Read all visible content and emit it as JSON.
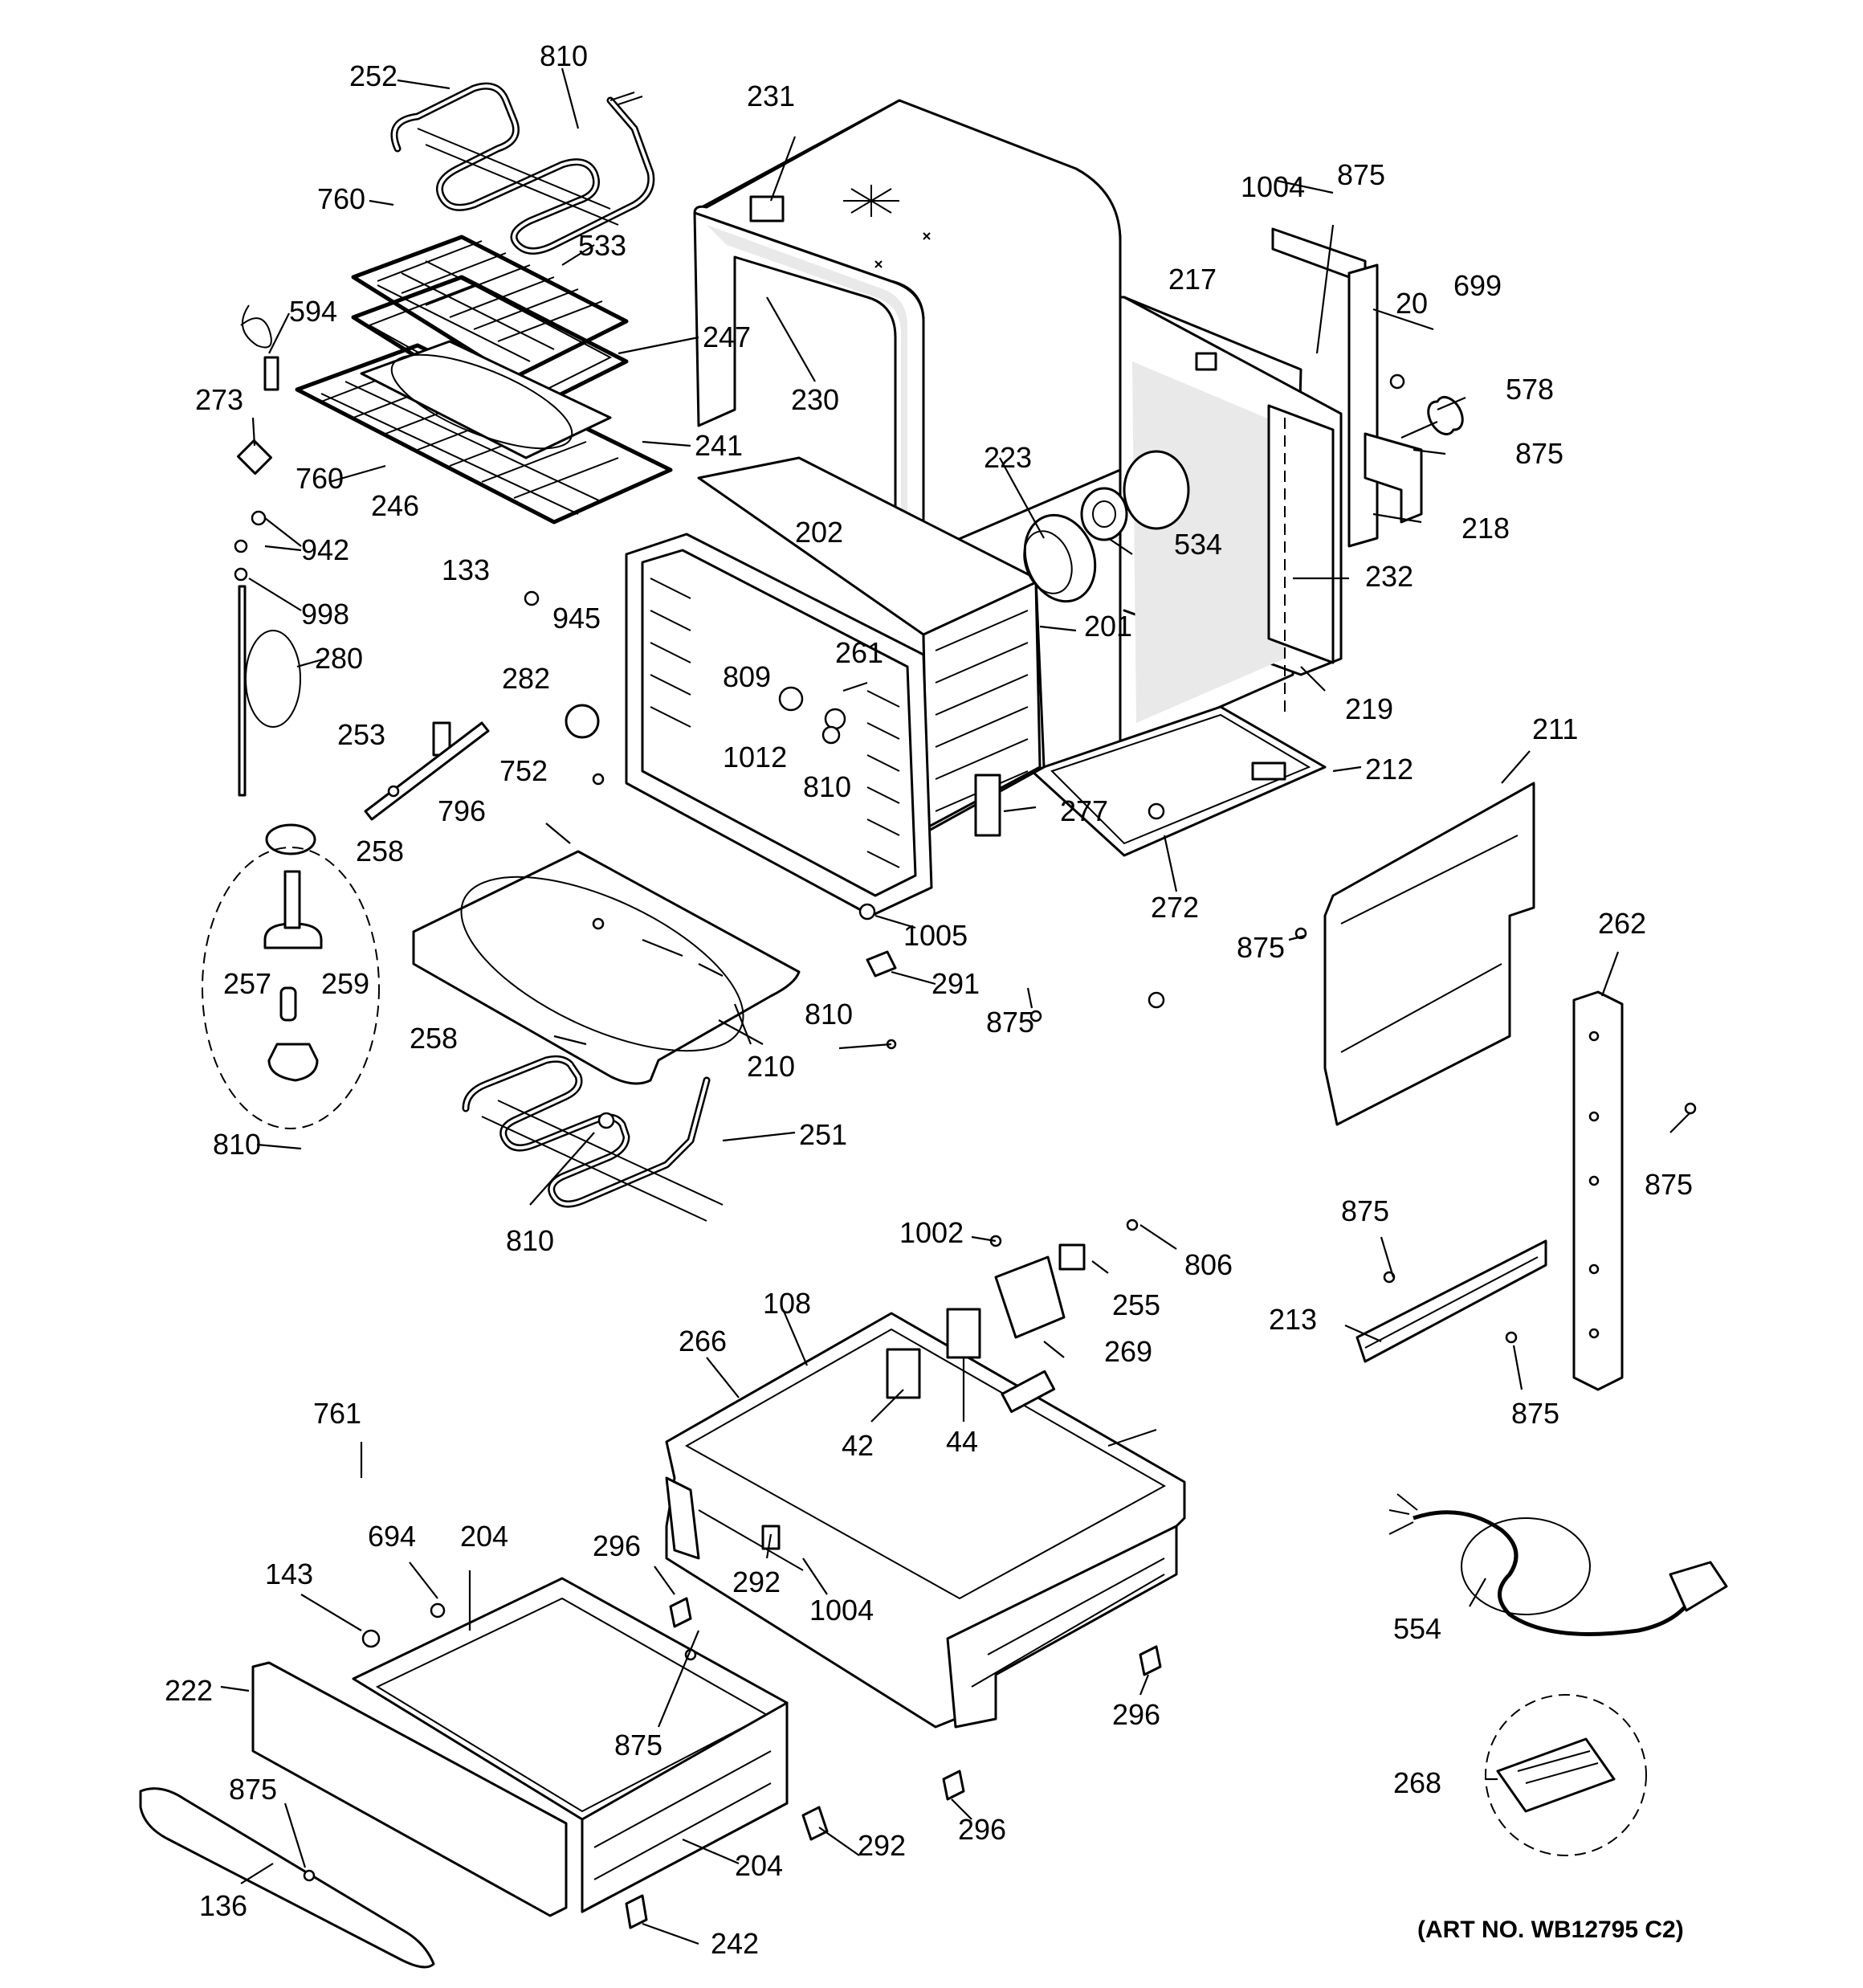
{
  "diagram": {
    "art_number": "(ART NO. WB12795 C2)",
    "callouts": {
      "c810_top": "810",
      "c252": "252",
      "c760_a": "760",
      "c533": "533",
      "c594": "594",
      "c247": "247",
      "c273": "273",
      "c230": "230",
      "c241": "241",
      "c246": "246",
      "c760_b": "760",
      "c942": "942",
      "c998": "998",
      "c280": "280",
      "c231": "231",
      "c1004_top": "1004",
      "c875_a": "875",
      "c217": "217",
      "c20": "20",
      "c699": "699",
      "c578": "578",
      "c875_b": "875",
      "c218": "218",
      "c223": "223",
      "c534": "534",
      "c232": "232",
      "c133": "133",
      "c202": "202",
      "c945": "945",
      "c201": "201",
      "c219": "219",
      "c282": "282",
      "c809": "809",
      "c261": "261",
      "c253": "253",
      "c1012": "1012",
      "c810_mid": "810",
      "c752": "752",
      "c796": "796",
      "c212": "212",
      "c211": "211",
      "c277": "277",
      "c258_a": "258",
      "c272": "272",
      "c875_c": "875",
      "c262": "262",
      "c1005": "1005",
      "c257": "257",
      "c259": "259",
      "c258_b": "258",
      "c291": "291",
      "c810_c": "810",
      "c875_d": "875",
      "c210": "210",
      "c251": "251",
      "c810_d": "810",
      "c810_e": "810",
      "c875_e": "875",
      "c1002": "1002",
      "c806": "806",
      "c875_f": "875",
      "c255": "255",
      "c108": "108",
      "c266": "266",
      "c213": "213",
      "c269": "269",
      "c42": "42",
      "c44": "44",
      "c875_g": "875",
      "c761": "761",
      "c694": "694",
      "c204_a": "204",
      "c143": "143",
      "c296_a": "296",
      "c292_a": "292",
      "c1004_b": "1004",
      "c554": "554",
      "c222": "222",
      "c875_h": "875",
      "c296_b": "296",
      "c875_i": "875",
      "c268": "268",
      "c296_c": "296",
      "c292_b": "292",
      "c204_b": "204",
      "c136": "136",
      "c242": "242"
    }
  }
}
